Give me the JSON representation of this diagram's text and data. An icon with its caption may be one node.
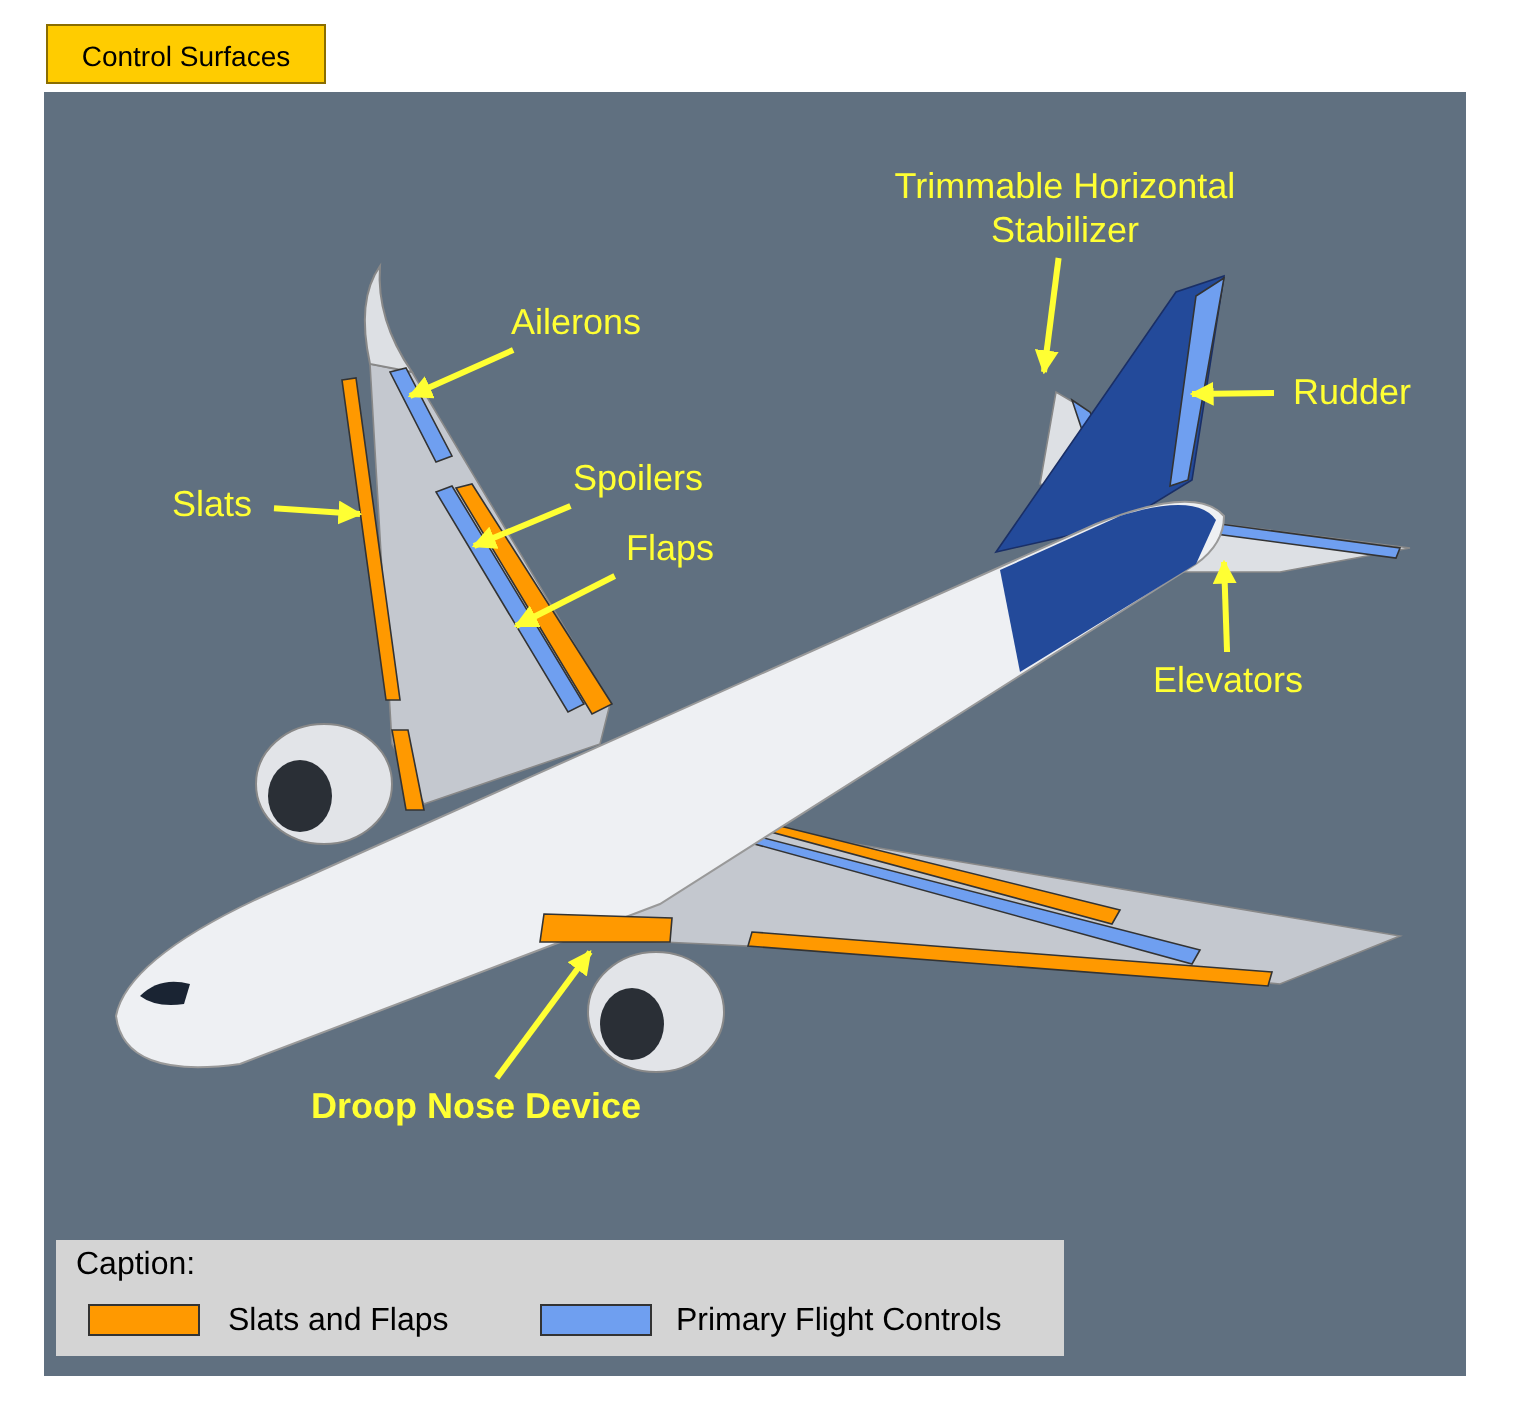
{
  "diagram": {
    "title": "Control Surfaces",
    "nodes": [
      {
        "text": [
          "Trimmable Horizontal Stabilizer"
        ]
      },
      {
        "text": [
          "Ailerons"
        ]
      },
      {
        "text": [
          "Rudder"
        ]
      },
      {
        "text": [
          "Spoilers"
        ]
      },
      {
        "text": [
          "Slats"
        ]
      },
      {
        "text": [
          "Flaps"
        ]
      },
      {
        "text": [
          "Elevators"
        ]
      },
      {
        "text": [
          "Droop Nose Device"
        ]
      }
    ],
    "edges": [
      {
        "from": 0,
        "to": null,
        "arrow": "to"
      },
      {
        "from": 1,
        "to": null,
        "arrow": "to"
      },
      {
        "from": 2,
        "to": null,
        "arrow": "to"
      },
      {
        "from": 3,
        "to": null,
        "arrow": "to"
      },
      {
        "from": 4,
        "to": null,
        "arrow": "to"
      },
      {
        "from": 5,
        "to": null,
        "arrow": "to"
      },
      {
        "from": 6,
        "to": null,
        "arrow": "to"
      },
      {
        "from": 7,
        "to": null,
        "arrow": "to"
      }
    ],
    "labels": [
      "Caption:"
    ],
    "legend": [
      {
        "text": "Slats and Flaps",
        "color": "#ff9900"
      },
      {
        "text": "Primary Flight Controls",
        "color": "#6f9ff0"
      }
    ]
  }
}
